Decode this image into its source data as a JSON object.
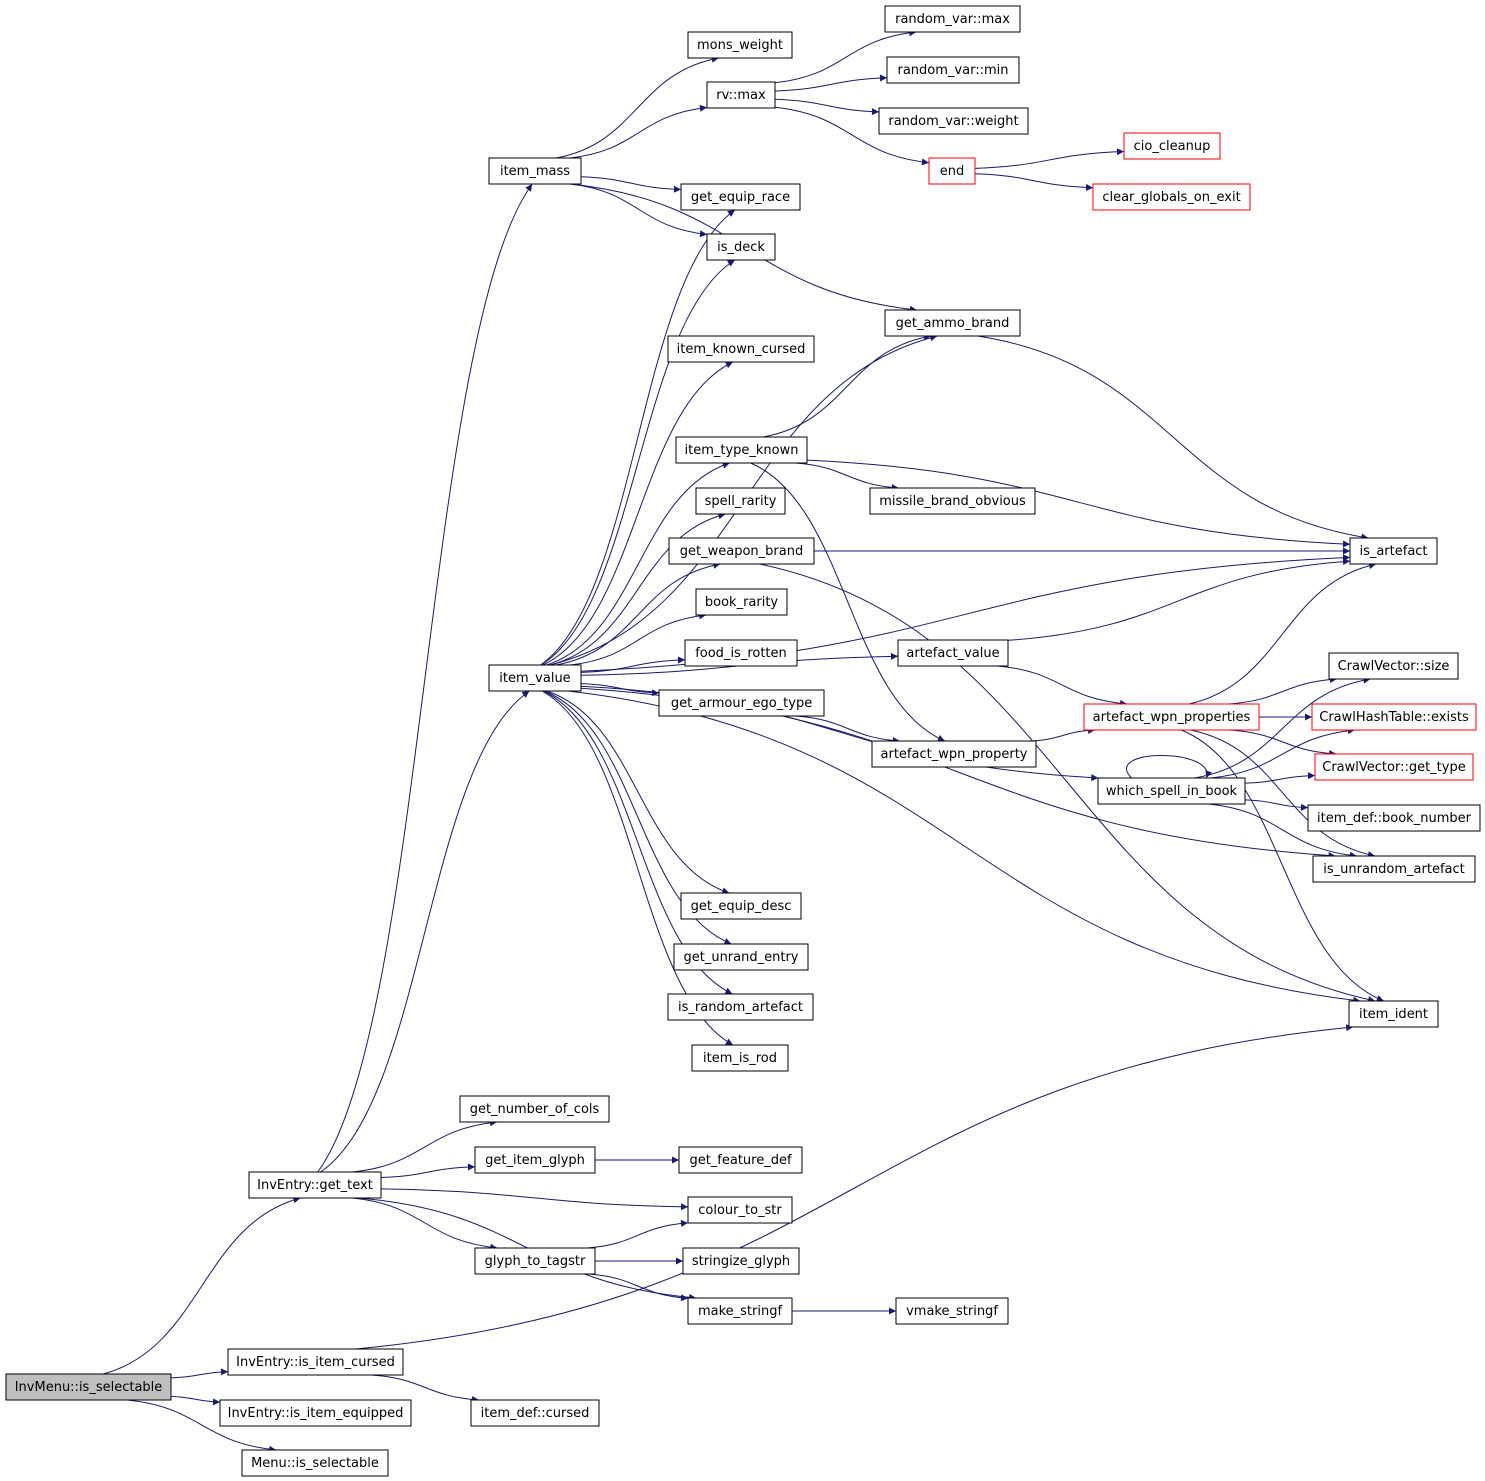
{
  "colors": {
    "edge": "#191970",
    "node_border": "#000000",
    "node_border_incomplete": "#ff0000",
    "root_fill": "#bfbfbf"
  },
  "nodes": {
    "inv_menu_is_selectable": "InvMenu::is_selectable",
    "inv_entry_get_text": "InvEntry::get_text",
    "inv_entry_is_item_cursed": "InvEntry::is_item_cursed",
    "inv_entry_is_item_equipped": "InvEntry::is_item_equipped",
    "menu_is_selectable": "Menu::is_selectable",
    "item_mass": "item_mass",
    "item_value": "item_value",
    "get_number_of_cols": "get_number_of_cols",
    "get_item_glyph": "get_item_glyph",
    "colour_to_str": "colour_to_str",
    "glyph_to_tagstr": "glyph_to_tagstr",
    "make_stringf": "make_stringf",
    "item_def_cursed": "item_def::cursed",
    "mons_weight": "mons_weight",
    "rv_max": "rv::max",
    "get_equip_race": "get_equip_race",
    "is_deck": "is_deck",
    "get_ammo_brand": "get_ammo_brand",
    "item_known_cursed": "item_known_cursed",
    "item_type_known": "item_type_known",
    "spell_rarity": "spell_rarity",
    "get_weapon_brand": "get_weapon_brand",
    "book_rarity": "book_rarity",
    "food_is_rotten": "food_is_rotten",
    "get_armour_ego_type": "get_armour_ego_type",
    "get_equip_desc": "get_equip_desc",
    "get_unrand_entry": "get_unrand_entry",
    "is_random_artefact": "is_random_artefact",
    "item_is_rod": "item_is_rod",
    "get_feature_def": "get_feature_def",
    "stringize_glyph": "stringize_glyph",
    "vmake_stringf": "vmake_stringf",
    "random_var_max": "random_var::max",
    "random_var_min": "random_var::min",
    "random_var_weight": "random_var::weight",
    "end": "end",
    "missile_brand_obvious": "missile_brand_obvious",
    "artefact_value": "artefact_value",
    "artefact_wpn_property": "artefact_wpn_property",
    "which_spell_in_book": "which_spell_in_book",
    "cio_cleanup": "cio_cleanup",
    "clear_globals_on_exit": "clear_globals_on_exit",
    "is_artefact": "is_artefact",
    "artefact_wpn_properties": "artefact_wpn_properties",
    "crawl_vector_size": "CrawlVector::size",
    "crawl_hash_table_exists": "CrawlHashTable::exists",
    "crawl_vector_get_type": "CrawlVector::get_type",
    "item_def_book_number": "item_def::book_number",
    "is_unrandom_artefact": "is_unrandom_artefact",
    "item_ident": "item_ident"
  },
  "edges": [
    [
      "inv_menu_is_selectable",
      "inv_entry_get_text"
    ],
    [
      "inv_menu_is_selectable",
      "inv_entry_is_item_cursed"
    ],
    [
      "inv_menu_is_selectable",
      "inv_entry_is_item_equipped"
    ],
    [
      "inv_menu_is_selectable",
      "menu_is_selectable"
    ],
    [
      "inv_entry_get_text",
      "item_mass"
    ],
    [
      "inv_entry_get_text",
      "item_value"
    ],
    [
      "inv_entry_get_text",
      "get_number_of_cols"
    ],
    [
      "inv_entry_get_text",
      "get_item_glyph"
    ],
    [
      "inv_entry_get_text",
      "colour_to_str"
    ],
    [
      "inv_entry_get_text",
      "glyph_to_tagstr"
    ],
    [
      "inv_entry_get_text",
      "make_stringf"
    ],
    [
      "inv_entry_is_item_cursed",
      "item_def_cursed"
    ],
    [
      "inv_entry_is_item_cursed",
      "item_ident"
    ],
    [
      "item_mass",
      "mons_weight"
    ],
    [
      "item_mass",
      "rv_max"
    ],
    [
      "item_mass",
      "get_equip_race"
    ],
    [
      "item_mass",
      "is_deck"
    ],
    [
      "item_mass",
      "get_ammo_brand"
    ],
    [
      "rv_max",
      "random_var_max"
    ],
    [
      "rv_max",
      "random_var_min"
    ],
    [
      "rv_max",
      "random_var_weight"
    ],
    [
      "rv_max",
      "end"
    ],
    [
      "end",
      "cio_cleanup"
    ],
    [
      "end",
      "clear_globals_on_exit"
    ],
    [
      "item_value",
      "get_equip_race"
    ],
    [
      "item_value",
      "is_deck"
    ],
    [
      "item_value",
      "get_ammo_brand"
    ],
    [
      "item_value",
      "item_known_cursed"
    ],
    [
      "item_value",
      "item_type_known"
    ],
    [
      "item_value",
      "spell_rarity"
    ],
    [
      "item_value",
      "get_weapon_brand"
    ],
    [
      "item_value",
      "book_rarity"
    ],
    [
      "item_value",
      "food_is_rotten"
    ],
    [
      "item_value",
      "get_armour_ego_type"
    ],
    [
      "item_value",
      "artefact_value"
    ],
    [
      "item_value",
      "which_spell_in_book"
    ],
    [
      "item_value",
      "is_artefact"
    ],
    [
      "item_value",
      "is_unrandom_artefact"
    ],
    [
      "item_value",
      "get_equip_desc"
    ],
    [
      "item_value",
      "get_unrand_entry"
    ],
    [
      "item_value",
      "is_random_artefact"
    ],
    [
      "item_value",
      "item_is_rod"
    ],
    [
      "item_value",
      "item_ident"
    ],
    [
      "item_type_known",
      "get_ammo_brand"
    ],
    [
      "item_type_known",
      "missile_brand_obvious"
    ],
    [
      "item_type_known",
      "is_artefact"
    ],
    [
      "item_type_known",
      "artefact_wpn_property"
    ],
    [
      "get_ammo_brand",
      "is_artefact"
    ],
    [
      "get_weapon_brand",
      "is_artefact"
    ],
    [
      "get_weapon_brand",
      "item_ident"
    ],
    [
      "get_armour_ego_type",
      "artefact_wpn_property"
    ],
    [
      "artefact_value",
      "is_artefact"
    ],
    [
      "artefact_value",
      "artefact_wpn_properties"
    ],
    [
      "artefact_wpn_property",
      "artefact_wpn_properties"
    ],
    [
      "artefact_wpn_properties",
      "is_artefact"
    ],
    [
      "artefact_wpn_properties",
      "crawl_vector_size"
    ],
    [
      "artefact_wpn_properties",
      "crawl_hash_table_exists"
    ],
    [
      "artefact_wpn_properties",
      "crawl_vector_get_type"
    ],
    [
      "artefact_wpn_properties",
      "is_unrandom_artefact"
    ],
    [
      "artefact_wpn_properties",
      "item_ident"
    ],
    [
      "which_spell_in_book",
      "which_spell_in_book"
    ],
    [
      "which_spell_in_book",
      "crawl_vector_size"
    ],
    [
      "which_spell_in_book",
      "crawl_hash_table_exists"
    ],
    [
      "which_spell_in_book",
      "crawl_vector_get_type"
    ],
    [
      "which_spell_in_book",
      "item_def_book_number"
    ],
    [
      "which_spell_in_book",
      "is_unrandom_artefact"
    ],
    [
      "get_item_glyph",
      "get_feature_def"
    ],
    [
      "glyph_to_tagstr",
      "colour_to_str"
    ],
    [
      "glyph_to_tagstr",
      "stringize_glyph"
    ],
    [
      "glyph_to_tagstr",
      "make_stringf"
    ],
    [
      "make_stringf",
      "vmake_stringf"
    ]
  ]
}
